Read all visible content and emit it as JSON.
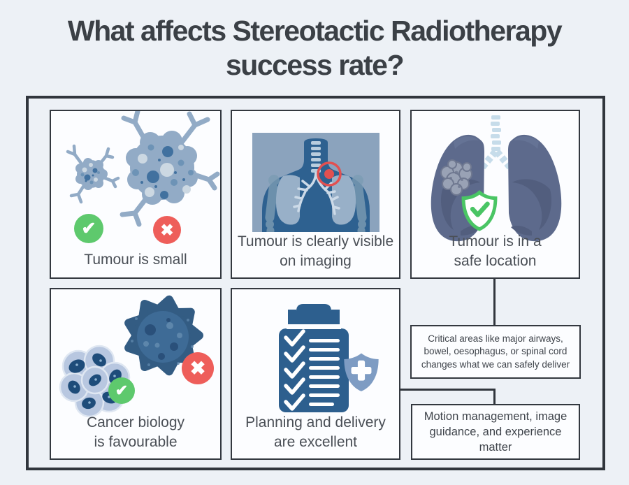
{
  "colors": {
    "page_bg": "#edf1f6",
    "frame_line": "#31363d",
    "panel_line": "#33383f",
    "panel_bg": "#fcfdff",
    "title_text": "#3b4046",
    "caption_text": "#4a4f56",
    "note_text": "#3f444b",
    "green": "#5ec96d",
    "red": "#ee5e5a",
    "cell": "#92abc6",
    "cell_dark": "#41719f",
    "cell_mid": "#6d93b6",
    "cell_light": "#ccd8e2",
    "img_bg": "#8ba3bd",
    "body_blue": "#2e6190",
    "bone": "#7c9cb4",
    "lung_light": "#a4b9cf",
    "spine": "#b9cdde",
    "bronchi": "#ccdae8",
    "marker_red": "#e25050",
    "lung": "#5d6a8c",
    "lung_shadow": "#525e7e",
    "lung_hi": "#6b7a9c",
    "trachea": "#c6dcea",
    "tumor": "#99a2b5",
    "tumor_line": "#6f7890",
    "shield_green": "#4ac564",
    "spiky": "#335c83",
    "spiky_inner": "#3e6b96",
    "spiky_dark": "#2a507a",
    "spiky_light": "#5d86ab",
    "cluster": "#b8c7e0",
    "cluster_line": "#dfe7f2",
    "nucleus": "#1e4c7a",
    "nucleus_speckle": "#8fb3d2",
    "board_blue": "#2d5f8e",
    "shield_slate": "#7e9cc3"
  },
  "header": {
    "title_line1": "What affects Stereotactic Radiotherapy",
    "title_line2": "success rate?"
  },
  "icons": {
    "check": "✔",
    "cross": "✖"
  },
  "panels": {
    "small": {
      "caption": "Tumour is small"
    },
    "imaging": {
      "caption": "Tumour is clearly visible on imaging"
    },
    "location": {
      "caption": "Tumour is in a safe location"
    },
    "biology": {
      "caption": "Cancer biology is favourable"
    },
    "planning": {
      "caption": "Planning and delivery are excellent"
    }
  },
  "notes": {
    "critical_areas": "Critical areas like major airways, bowel, oesophagus, or spinal cord changes what we can safely deliver",
    "motion": "Motion management, image guidance, and experience matter"
  }
}
